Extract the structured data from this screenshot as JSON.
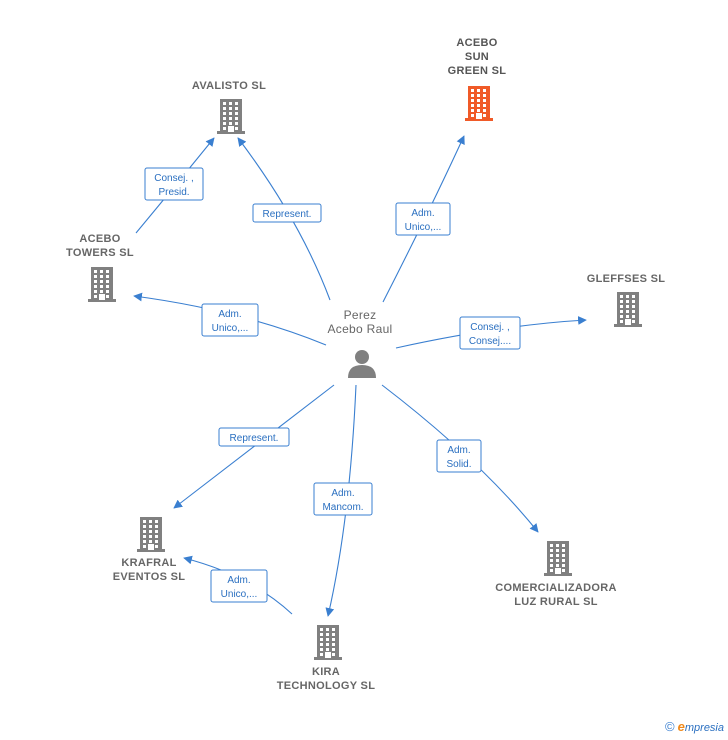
{
  "center": {
    "label_line1": "Perez",
    "label_line2": "Acebo Raul"
  },
  "companies": [
    {
      "id": "acebo-sun-green",
      "lines": [
        "ACEBO",
        "SUN",
        "GREEN  SL"
      ],
      "highlight": true
    },
    {
      "id": "avalisto",
      "lines": [
        "AVALISTO  SL"
      ],
      "highlight": false
    },
    {
      "id": "acebo-towers",
      "lines": [
        "ACEBO",
        "TOWERS SL"
      ],
      "highlight": false
    },
    {
      "id": "gleffses",
      "lines": [
        "GLEFFSES  SL"
      ],
      "highlight": false
    },
    {
      "id": "krafral",
      "lines": [
        "KRAFRAL",
        "EVENTOS SL"
      ],
      "highlight": false
    },
    {
      "id": "kira",
      "lines": [
        "KIRA",
        "TECHNOLOGY SL"
      ],
      "highlight": false
    },
    {
      "id": "comercializadora",
      "lines": [
        "COMERCIALIZADORA",
        "LUZ RURAL  SL"
      ],
      "highlight": false
    }
  ],
  "edges": [
    {
      "id": "e-sun",
      "lines": [
        "Adm.",
        "Unico,..."
      ]
    },
    {
      "id": "e-avalisto",
      "lines": [
        "Represent."
      ]
    },
    {
      "id": "e-towers-avalisto",
      "lines": [
        "Consej. ,",
        "Presid."
      ]
    },
    {
      "id": "e-towers",
      "lines": [
        "Adm.",
        "Unico,..."
      ]
    },
    {
      "id": "e-gleffses",
      "lines": [
        "Consej. ,",
        "Consej...."
      ]
    },
    {
      "id": "e-krafral",
      "lines": [
        "Represent."
      ]
    },
    {
      "id": "e-kira",
      "lines": [
        "Adm.",
        "Mancom."
      ]
    },
    {
      "id": "e-comercializadora",
      "lines": [
        "Adm.",
        "Solid."
      ]
    },
    {
      "id": "e-kira-krafral",
      "lines": [
        "Adm.",
        "Unico,..."
      ]
    }
  ],
  "colors": {
    "edge": "#3a7fd0",
    "building": "#808080",
    "building_highlight": "#f05a28"
  },
  "footer": {
    "copyright": "©",
    "brand_initial": "e",
    "brand_rest": "mpresia"
  }
}
